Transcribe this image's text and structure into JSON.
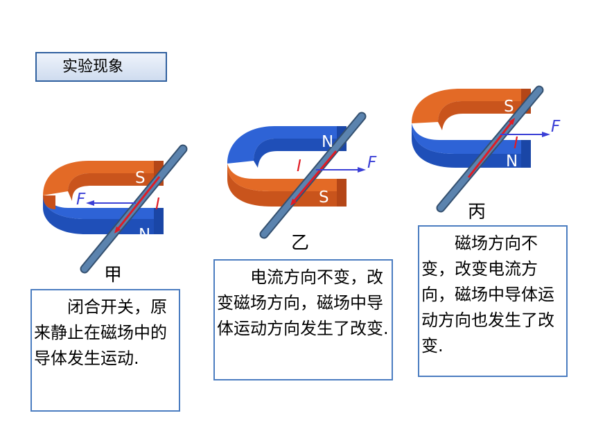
{
  "title": "实验现象",
  "panels": {
    "jia": {
      "label": "甲",
      "north": "N",
      "south": "S",
      "force": "F",
      "current": "I",
      "description": "闭合开关，原来静止在磁场中的导体发生运动."
    },
    "yi": {
      "label": "乙",
      "north": "N",
      "south": "S",
      "force": "F",
      "current": "I",
      "description": "电流方向不变，改变磁场方向，磁场中导体运动方向发生了改变."
    },
    "bing": {
      "label": "丙",
      "north": "N",
      "south": "S",
      "force": "F",
      "current": "I",
      "description": "磁场方向不变，改变电流方向，磁场中导体运动方向也发生了改变."
    }
  },
  "colors": {
    "magnet_orange": "#d65a1c",
    "magnet_blue": "#2e5fcf",
    "rod": "#4a6f98",
    "current_arrow": "#e01b24",
    "force_arrow": "#3a3fd6",
    "box_border": "#4a7cc0"
  }
}
